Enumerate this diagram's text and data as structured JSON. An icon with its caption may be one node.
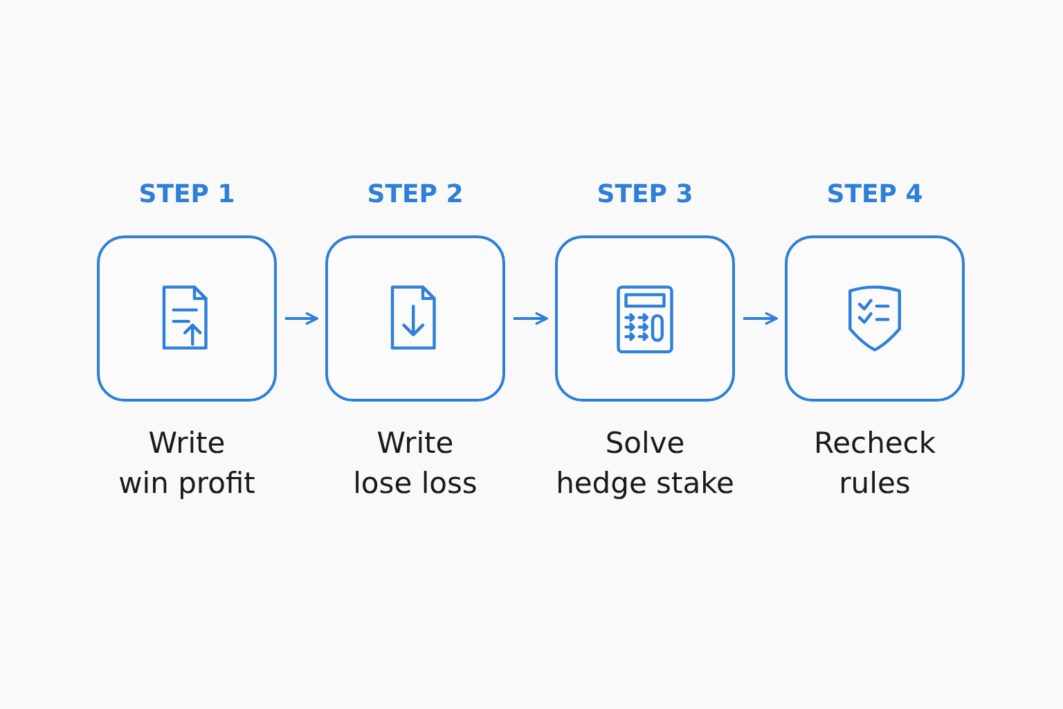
{
  "diagram": {
    "nodes": [
      {
        "text": [
          "STEP 1",
          "Write win profit"
        ]
      },
      {
        "text": [
          "STEP 2",
          "Write lose loss"
        ]
      },
      {
        "text": [
          "STEP 3",
          "Solve hedge stake"
        ]
      },
      {
        "text": [
          "STEP 4",
          "Recheck rules"
        ]
      }
    ],
    "edges": [
      {
        "from": 0,
        "to": 1,
        "arrow": "to"
      },
      {
        "from": 1,
        "to": 2,
        "arrow": "to"
      },
      {
        "from": 2,
        "to": 3,
        "arrow": "to"
      }
    ]
  }
}
